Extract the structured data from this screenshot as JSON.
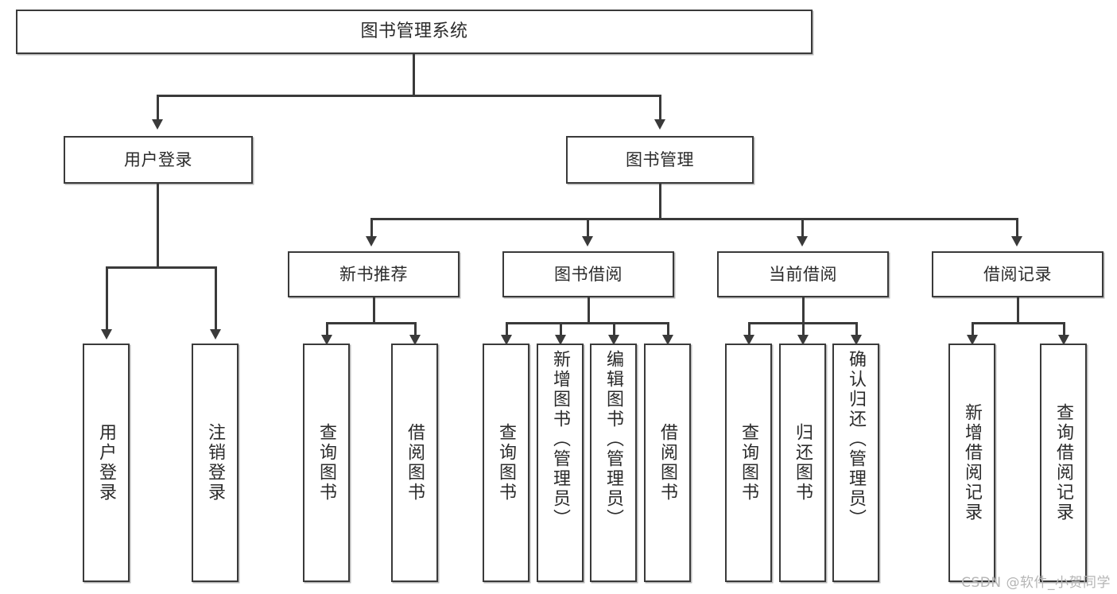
{
  "diagram": {
    "type": "tree-hierarchy",
    "title": "图书管理系统",
    "orientation": "top-down",
    "watermark": "CSDN @软件_小贺同学",
    "colors": {
      "background": "#ffffff",
      "box_border": "#3a3a3a",
      "box_fill": "#ffffff",
      "box_shadow": "#b9b9b9",
      "connector": "#3a3a3a",
      "text": "#2b2b2b",
      "watermark": "#b5b5b5"
    },
    "levels": 4
  },
  "nodes": {
    "root": {
      "label": "图书管理系统",
      "level": 1
    },
    "level2": [
      {
        "label": "用户登录",
        "level": 2
      },
      {
        "label": "图书管理",
        "level": 2
      }
    ],
    "level3": [
      {
        "label": "新书推荐",
        "level": 3,
        "parent": "图书管理"
      },
      {
        "label": "图书借阅",
        "level": 3,
        "parent": "图书管理"
      },
      {
        "label": "当前借阅",
        "level": 3,
        "parent": "图书管理"
      },
      {
        "label": "借阅记录",
        "level": 3,
        "parent": "图书管理"
      }
    ],
    "leaves_user_login": [
      {
        "label": "用户登录",
        "parent": "用户登录"
      },
      {
        "label": "注销登录",
        "parent": "用户登录"
      }
    ],
    "leaves_new_book": [
      {
        "label": "查询图书",
        "parent": "新书推荐"
      },
      {
        "label": "借阅图书",
        "parent": "新书推荐"
      }
    ],
    "leaves_borrow": [
      {
        "label": "查询图书",
        "parent": "图书借阅"
      },
      {
        "label": "新增图书（管理员）",
        "parent": "图书借阅"
      },
      {
        "label": "编辑图书（管理员）",
        "parent": "图书借阅"
      },
      {
        "label": "借阅图书",
        "parent": "图书借阅"
      }
    ],
    "leaves_current": [
      {
        "label": "查询图书",
        "parent": "当前借阅"
      },
      {
        "label": "归还图书",
        "parent": "当前借阅"
      },
      {
        "label": "确认归还（管理员）",
        "parent": "当前借阅"
      }
    ],
    "leaves_record": [
      {
        "label": "新增借阅记录",
        "parent": "借阅记录"
      },
      {
        "label": "查询借阅记录",
        "parent": "借阅记录"
      }
    ]
  }
}
